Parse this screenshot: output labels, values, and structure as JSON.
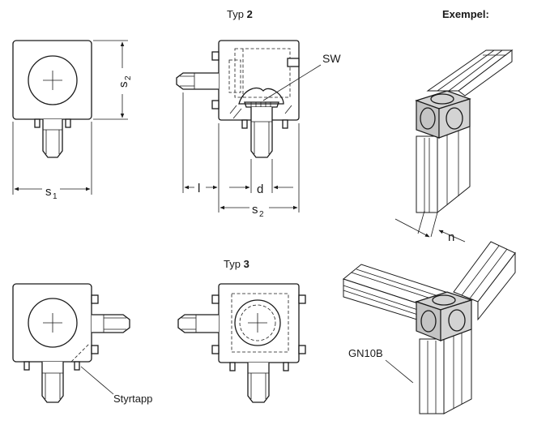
{
  "labels": {
    "typ2_prefix": "Typ ",
    "typ2_num": "2",
    "typ3_prefix": "Typ ",
    "typ3_num": "3",
    "example": "Exempel:",
    "s_letter": "s",
    "sub_1": "1",
    "sub_2": "2",
    "sw": "SW",
    "l": "l",
    "d": "d",
    "n": "n",
    "styrtapp": "Styrtapp",
    "gn10b": "GN10B"
  },
  "colors": {
    "line": "#1a1a1a",
    "connector_grey": "#d3d3d3",
    "background": "#ffffff"
  }
}
